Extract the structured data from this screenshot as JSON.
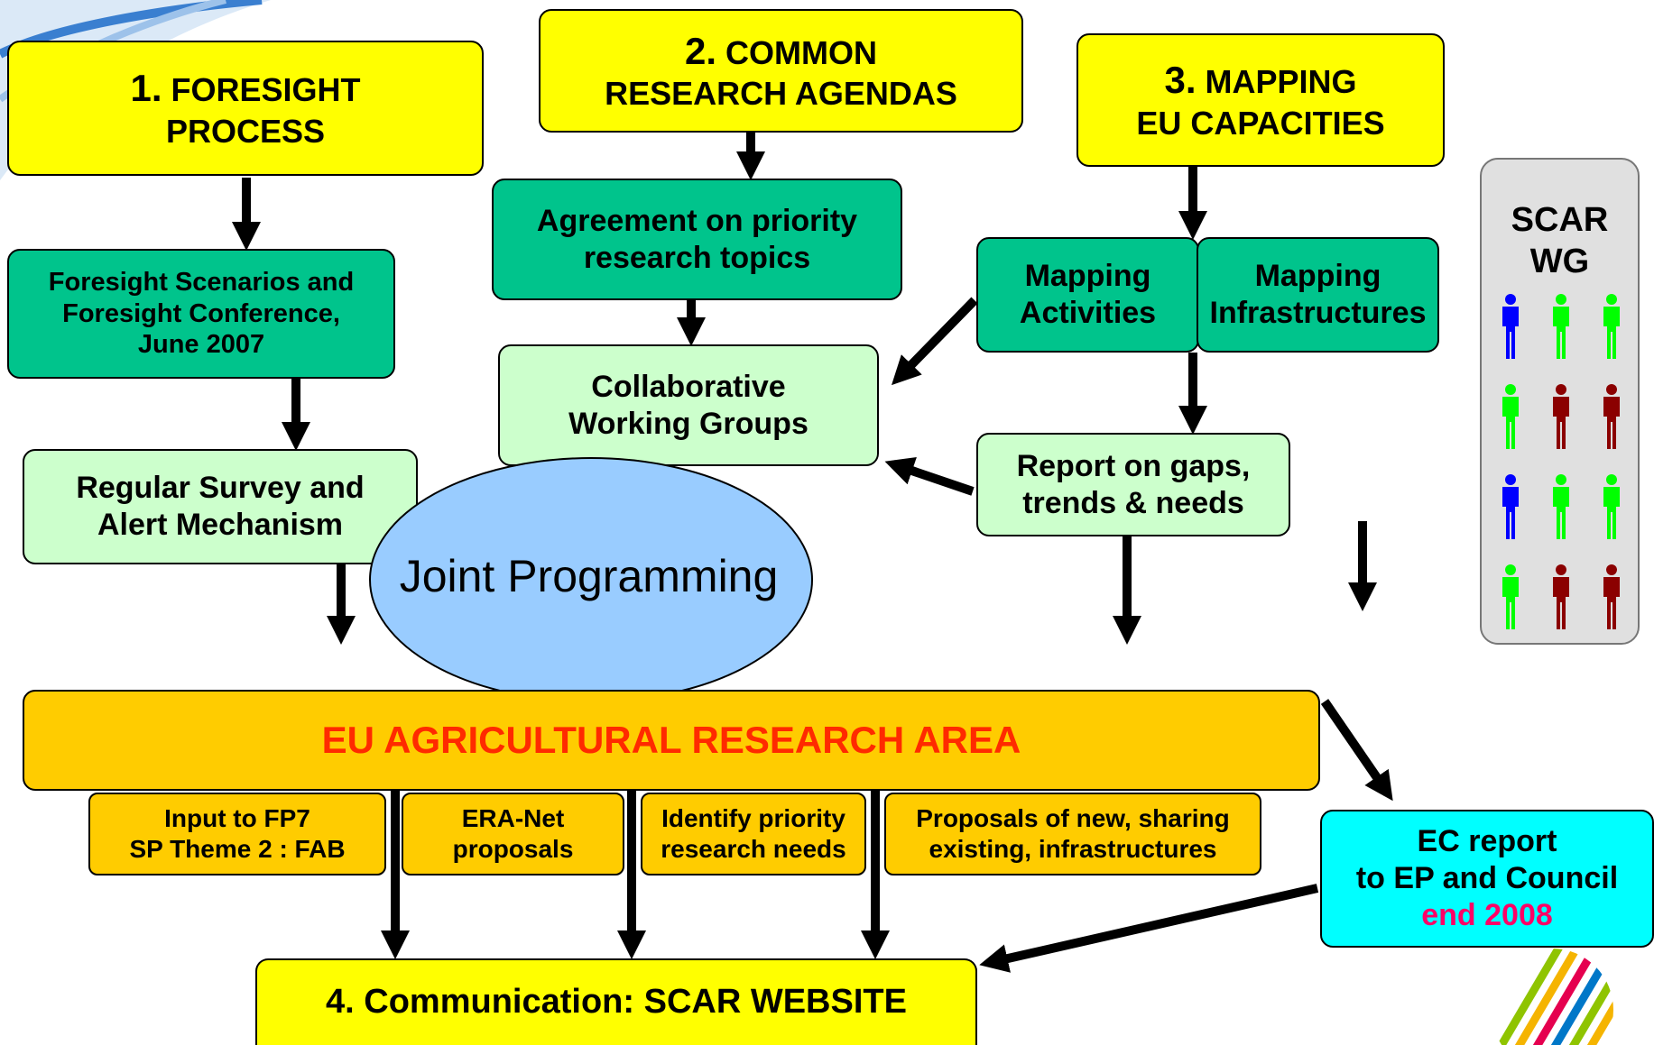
{
  "boxes": {
    "foresight_num": "1.",
    "foresight_title_a": "FORESIGHT",
    "foresight_title_b": "PROCESS",
    "agendas_num": "2.",
    "agendas_title_a": "COMMON",
    "agendas_title_b": "RESEARCH AGENDAS",
    "mapping_num": "3.",
    "mapping_title_a": "MAPPING",
    "mapping_title_b": "EU CAPACITIES",
    "foresight_scenarios": [
      "Foresight Scenarios and",
      "Foresight Conference,",
      "June 2007"
    ],
    "regular_survey": [
      "Regular Survey and",
      "Alert Mechanism"
    ],
    "agreement": [
      "Agreement on priority",
      "research topics"
    ],
    "collaborative": [
      "Collaborative",
      "Working Groups"
    ],
    "mapping_activities": [
      "Mapping",
      "Activities"
    ],
    "mapping_infrastructures": [
      "Mapping",
      "Infrastructures"
    ],
    "report_gaps": [
      "Report on gaps,",
      "trends & needs"
    ],
    "joint_programming": "Joint Programming",
    "eu_area": "EU AGRICULTURAL RESEARCH AREA",
    "input_fp7": [
      "Input to FP7",
      "SP Theme 2 : FAB"
    ],
    "era_net": [
      "ERA-Net",
      "proposals"
    ],
    "identify_priority": [
      "Identify priority",
      "research needs"
    ],
    "proposals_new": [
      "Proposals of new, sharing",
      "existing, infrastructures"
    ],
    "ec_report": [
      "EC report",
      "to EP and Council"
    ],
    "ec_report_date": "end 2008",
    "communication": "4. Communication: SCAR WEBSITE"
  },
  "scar": {
    "title_a": "SCAR",
    "title_b": "WG",
    "people_colors": [
      [
        "#0000ff",
        "#00ff00",
        "#00ff00"
      ],
      [
        "#00ff00",
        "#8b0000",
        "#8b0000"
      ],
      [
        "#0000ff",
        "#00ff00",
        "#00ff00"
      ],
      [
        "#00ff00",
        "#8b0000",
        "#8b0000"
      ]
    ]
  },
  "colors": {
    "yellow": "#ffff00",
    "dark_green": "#00c48c",
    "light_green": "#ccffcc",
    "orange": "#ffcc00",
    "cyan": "#00ffff",
    "ellipse": "#99ccff",
    "red_text": "#ff2a00",
    "magenta_text": "#ff0066"
  }
}
